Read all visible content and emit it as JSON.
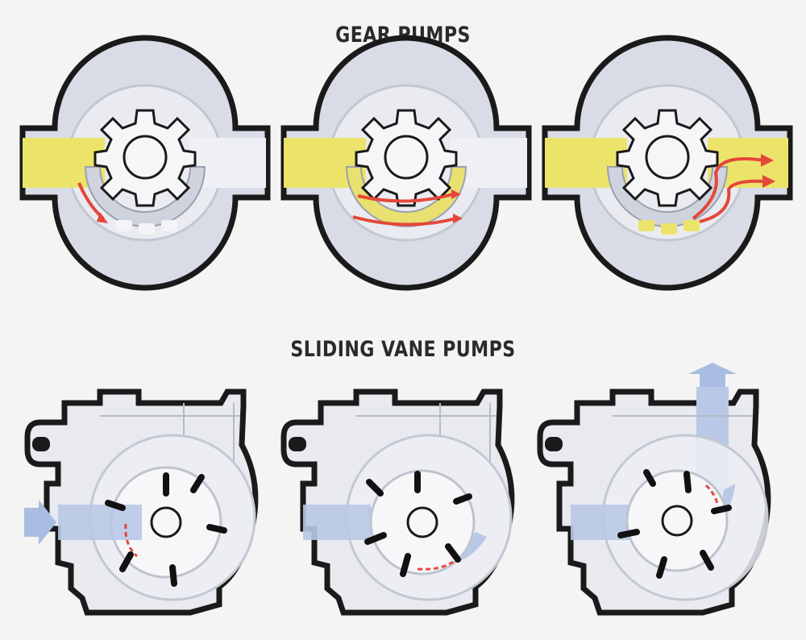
{
  "gear_section": {
    "title": "GEAR PUMPS"
  },
  "vane_section": {
    "title": "SLIDING VANE PUMPS"
  },
  "colors": {
    "fluid_yellow": "#ece46a",
    "fluid_blue": "#b9c8e6",
    "flow_arrow_red": "#e5473a",
    "outline": "#1a1a1a",
    "casing_fill": "#dadde6",
    "gear_fill": "#f6f6f8"
  },
  "gear_panels": [
    {
      "stage": "intake",
      "icon": "gear-icon"
    },
    {
      "stage": "transfer",
      "icon": "gear-icon"
    },
    {
      "stage": "discharge",
      "icon": "gear-icon"
    }
  ],
  "vane_panels": [
    {
      "stage": "intake",
      "icon": "rotor-icon"
    },
    {
      "stage": "transfer",
      "icon": "rotor-icon"
    },
    {
      "stage": "discharge",
      "icon": "rotor-icon"
    }
  ]
}
